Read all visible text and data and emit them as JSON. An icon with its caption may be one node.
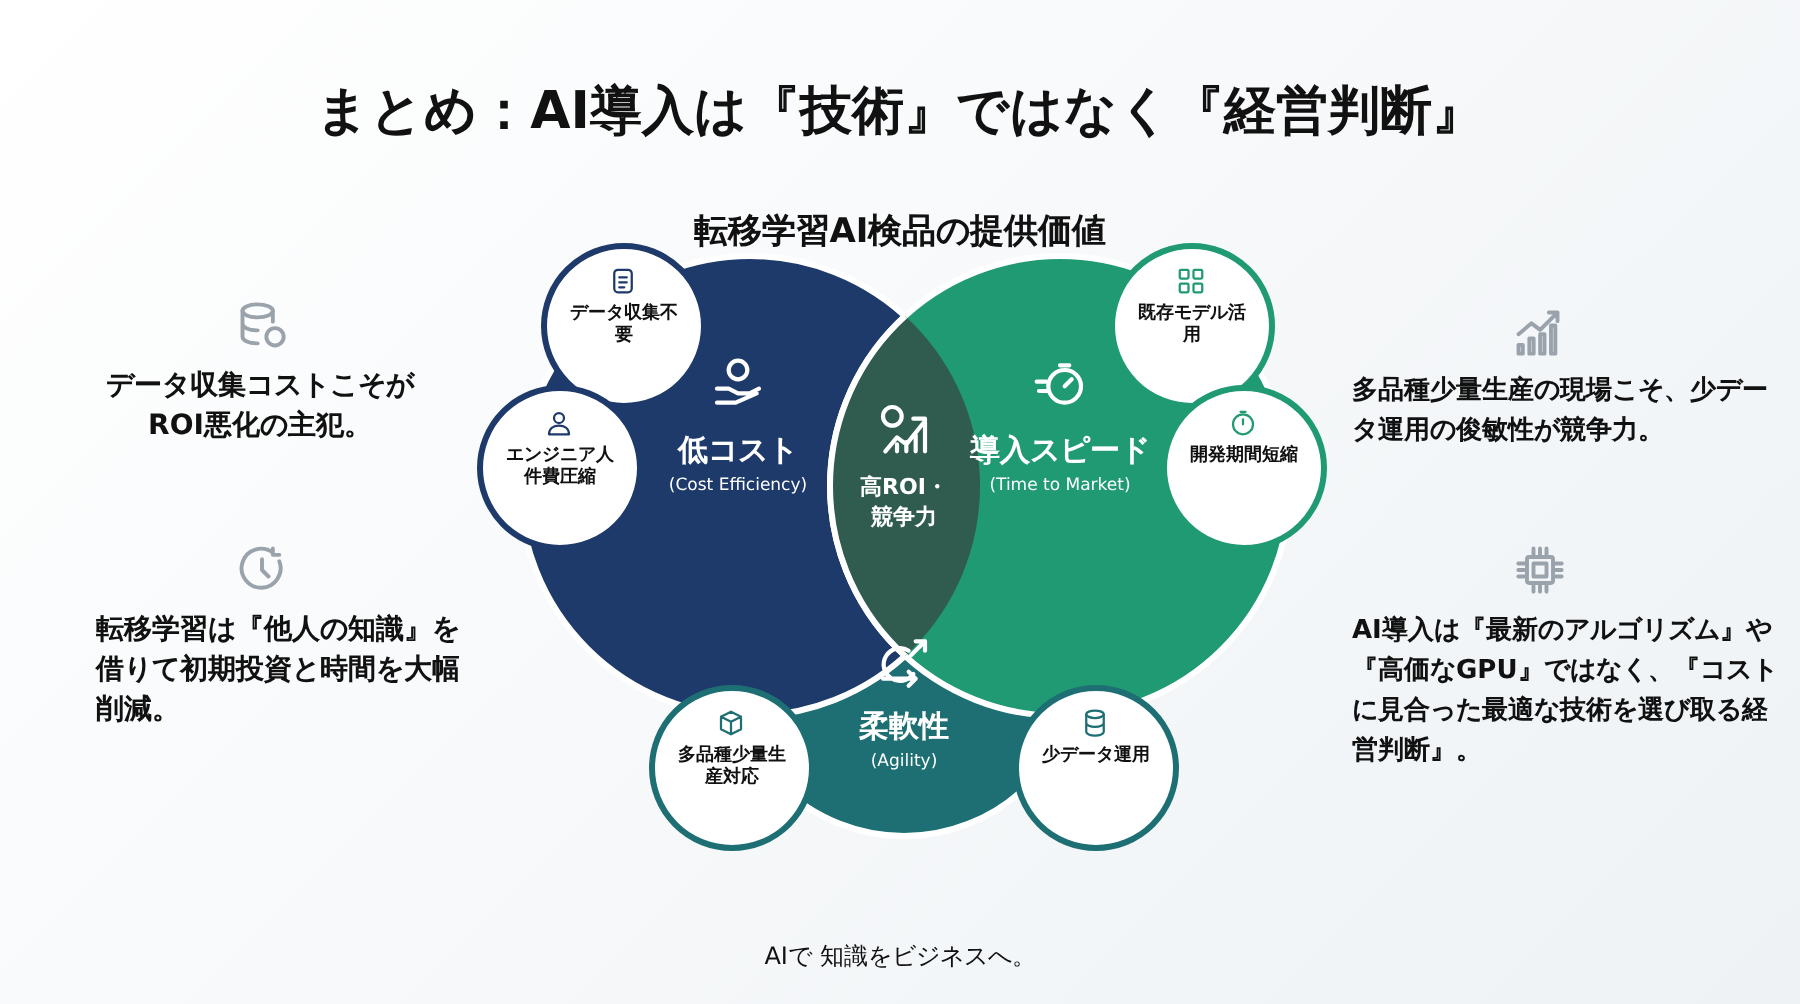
{
  "diagram": {
    "title": "まとめ：AI導入は『技術』ではなく『経営判断』",
    "nodes": [
      {
        "text": [
          "低コスト",
          "(Cost Efficiency)"
        ]
      },
      {
        "text": [
          "導入スピード",
          "(Time to Market)"
        ]
      },
      {
        "text": [
          "柔軟性",
          "(Agility)"
        ]
      },
      {
        "text": [
          "高ROI・競争力"
        ]
      },
      {
        "text": [
          "データ収集不要"
        ]
      },
      {
        "text": [
          "エンジニア人件費圧縮"
        ]
      },
      {
        "text": [
          "既存モデル活用"
        ]
      },
      {
        "text": [
          "開発期間短縮"
        ]
      },
      {
        "text": [
          "多品種少量生産対応"
        ]
      },
      {
        "text": [
          "少データ運用"
        ]
      }
    ],
    "edges": [],
    "labels": [
      "転移学習AI検品の提供価値",
      "データ収集コストこそがROI悪化の主犯。",
      "転移学習は『他人の知識』を借りて初期投資と時間を大幅削減。",
      "多品種少量生産の現場こそ、少データ運用の俊敏性が競争力。",
      "AI導入は『最新のアルゴリズム』や『高価なGPU』ではなく、『コストに見合った最適な技術を選び取る経営判断』。",
      "AIで 知識をビジネスへ。"
    ]
  }
}
